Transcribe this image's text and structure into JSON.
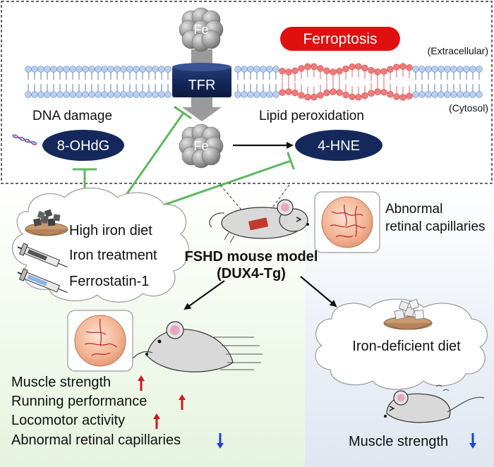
{
  "membrane": {
    "fe_top": "Fe",
    "fe_bottom": "Fe",
    "tfr": "TFR",
    "ferroptosis": "Ferroptosis",
    "extracellular": "(Extracellular)",
    "cytosol": "(Cytosol)",
    "dna_damage": "DNA damage",
    "ohdg": "8-OHdG",
    "lipid_peroxidation": "Lipid peroxidation",
    "hne": "4-HNE"
  },
  "treatments": {
    "items": [
      "High iron diet",
      "Iron treatment",
      "Ferrostatin-1"
    ]
  },
  "model": {
    "title": "FSHD mouse model",
    "subtitle": "(DUX4-Tg)",
    "retina_label": [
      "Abnormal",
      "retinal capillaries"
    ]
  },
  "outcome_left": {
    "items": [
      {
        "label": "Muscle strength",
        "direction": "up"
      },
      {
        "label": "Running performance",
        "direction": "up"
      },
      {
        "label": "Locomotor activity",
        "direction": "up"
      },
      {
        "label": "Abnormal retinal capillaries",
        "direction": "down"
      }
    ]
  },
  "outcome_right": {
    "diet": "Iron-deficient diet",
    "muscle": "Muscle strength",
    "direction": "down"
  },
  "colors": {
    "navy": "#14285c",
    "inhibit_green": "#5db85d",
    "ferroptosis_red": "#e01010",
    "up_arrow": "#d01818",
    "down_arrow": "#1f3fd8",
    "lipid_blue": "#b9cff0",
    "lipid_red": "#ef7b7b",
    "left_panel_bg": "#eef7e9",
    "right_panel_bg": "#e7edf6"
  },
  "icons": [
    "iron-sphere-icon",
    "dna-icon",
    "bowl-icon",
    "syringe-icon",
    "mouse-icon",
    "retina-icon",
    "up-arrow-icon",
    "down-arrow-icon"
  ]
}
